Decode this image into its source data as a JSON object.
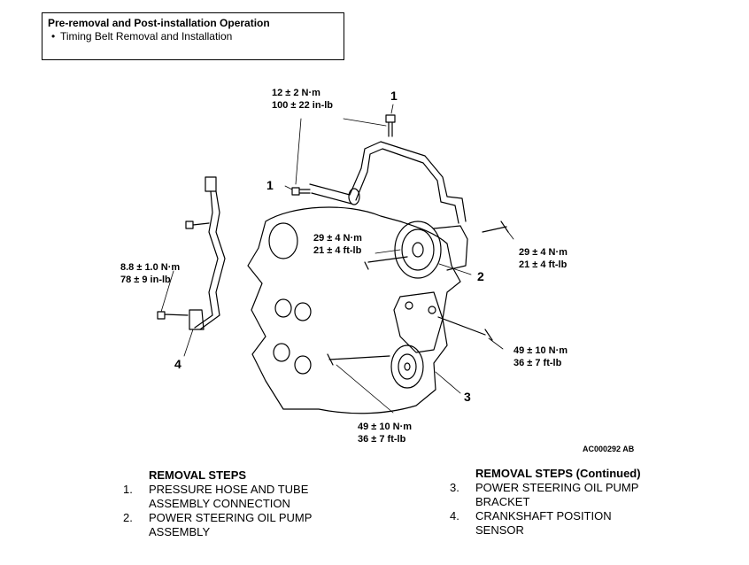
{
  "header_box": {
    "title": "Pre-removal and Post-installation Operation",
    "bullet": "•",
    "item": "Timing Belt Removal and Installation"
  },
  "torques": {
    "t1_nm": "12 ± 2 N·m",
    "t1_inlb": "100 ± 22 in-lb",
    "t2_nm": "29 ± 4 N·m",
    "t2_ftlb": "21 ± 4 ft-lb",
    "t3_nm": "29 ± 4 N·m",
    "t3_ftlb": "21 ± 4 ft-lb",
    "t4_nm": "8.8 ± 1.0 N·m",
    "t4_inlb": "78 ± 9 in-lb",
    "t5_nm": "49 ± 10 N·m",
    "t5_ftlb": "36 ± 7 ft-lb",
    "t6_nm": "49 ± 10 N·m",
    "t6_ftlb": "36 ± 7 ft-lb"
  },
  "callouts": {
    "c1_top": "1",
    "c1_left": "1",
    "c2": "2",
    "c3": "3",
    "c4": "4"
  },
  "figure_code": "AC000292 AB",
  "removal_left": {
    "heading": "REMOVAL STEPS",
    "steps": [
      {
        "num": "1.",
        "line1": "PRESSURE HOSE AND TUBE",
        "line2": "ASSEMBLY CONNECTION"
      },
      {
        "num": "2.",
        "line1": "POWER STEERING OIL PUMP",
        "line2": "ASSEMBLY"
      }
    ]
  },
  "removal_right": {
    "heading": "REMOVAL STEPS (Continued)",
    "steps": [
      {
        "num": "3.",
        "line1": "POWER STEERING OIL PUMP",
        "line2": "BRACKET"
      },
      {
        "num": "4.",
        "line1": "CRANKSHAFT POSITION",
        "line2": "SENSOR"
      }
    ]
  }
}
